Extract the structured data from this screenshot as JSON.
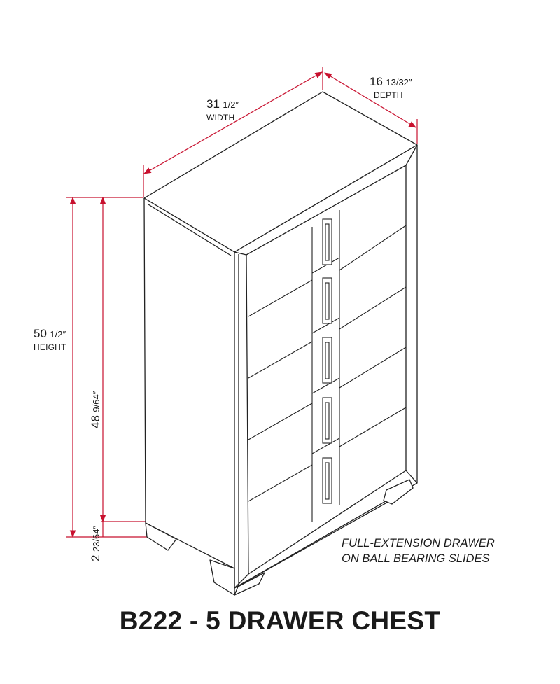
{
  "diagram": {
    "title": "B222 - 5 DRAWER CHEST",
    "note_lines": [
      "FULL-EXTENSION DRAWER",
      "ON BALL BEARING SLIDES"
    ],
    "drawer_count": 5,
    "colors": {
      "dimension_line": "#c8102e",
      "outline": "#222222",
      "text": "#1a1a1a"
    },
    "dimensions": {
      "width": {
        "whole": "31",
        "fraction": "1/2″",
        "caption": "WIDTH"
      },
      "depth": {
        "whole": "16",
        "fraction": "13/32″",
        "caption": "DEPTH"
      },
      "height": {
        "whole": "50",
        "fraction": "1/2″",
        "caption": "HEIGHT"
      },
      "body_height": {
        "whole": "48",
        "fraction": "9/64″"
      },
      "leg_height": {
        "whole": "2",
        "fraction": "23/64″"
      }
    }
  }
}
